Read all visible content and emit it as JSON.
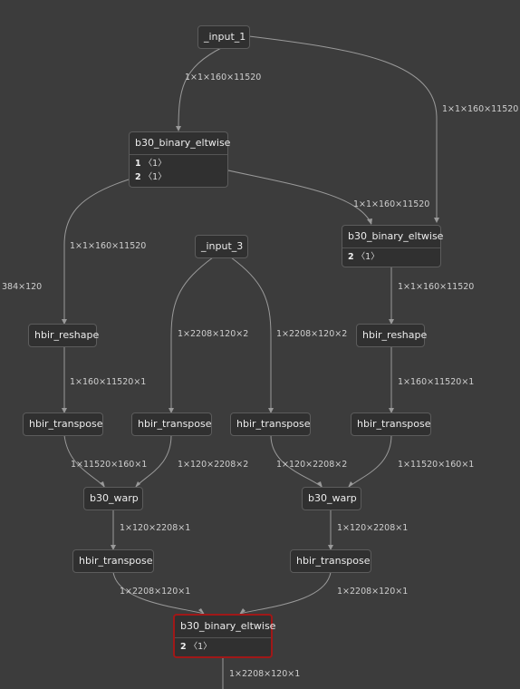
{
  "graph": {
    "nodes": [
      {
        "id": "n_input_1",
        "name": "_input_1",
        "attrs": []
      },
      {
        "id": "n_be1",
        "name": "b30_binary_eltwise",
        "attrs": [
          {
            "k": "1",
            "v": "〈1〉"
          },
          {
            "k": "2",
            "v": "〈1〉"
          }
        ]
      },
      {
        "id": "n_be2",
        "name": "b30_binary_eltwise",
        "attrs": [
          {
            "k": "2",
            "v": "〈1〉"
          }
        ]
      },
      {
        "id": "n_input_3",
        "name": "_input_3",
        "attrs": []
      },
      {
        "id": "n_reshape_l",
        "name": "hbir_reshape",
        "attrs": []
      },
      {
        "id": "n_reshape_r",
        "name": "hbir_reshape",
        "attrs": []
      },
      {
        "id": "n_tr1",
        "name": "hbir_transpose",
        "attrs": []
      },
      {
        "id": "n_tr2",
        "name": "hbir_transpose",
        "attrs": []
      },
      {
        "id": "n_tr3",
        "name": "hbir_transpose",
        "attrs": []
      },
      {
        "id": "n_tr4",
        "name": "hbir_transpose",
        "attrs": []
      },
      {
        "id": "n_warp_l",
        "name": "b30_warp",
        "attrs": []
      },
      {
        "id": "n_warp_r",
        "name": "b30_warp",
        "attrs": []
      },
      {
        "id": "n_tr5",
        "name": "hbir_transpose",
        "attrs": []
      },
      {
        "id": "n_tr6",
        "name": "hbir_transpose",
        "attrs": []
      },
      {
        "id": "n_be_final",
        "name": "b30_binary_eltwise",
        "attrs": [
          {
            "k": "2",
            "v": "〈1〉"
          }
        ],
        "selected": true
      }
    ],
    "edge_labels": [
      {
        "id": "e1",
        "text": "1×1×160×11520"
      },
      {
        "id": "e2",
        "text": "1×1×160×11520"
      },
      {
        "id": "e3",
        "text": "1×1×160×11520"
      },
      {
        "id": "e4",
        "text": "1×1×160×11520"
      },
      {
        "id": "e5",
        "text": "384×120"
      },
      {
        "id": "e6",
        "text": "1×2208×120×2"
      },
      {
        "id": "e7",
        "text": "1×2208×120×2"
      },
      {
        "id": "e8",
        "text": "1×1×160×11520"
      },
      {
        "id": "e9",
        "text": "1×160×11520×1"
      },
      {
        "id": "e10",
        "text": "1×160×11520×1"
      },
      {
        "id": "e11",
        "text": "1×11520×160×1"
      },
      {
        "id": "e12",
        "text": "1×120×2208×2"
      },
      {
        "id": "e13",
        "text": "1×120×2208×2"
      },
      {
        "id": "e14",
        "text": "1×11520×160×1"
      },
      {
        "id": "e15",
        "text": "1×120×2208×1"
      },
      {
        "id": "e16",
        "text": "1×120×2208×1"
      },
      {
        "id": "e17",
        "text": "1×2208×120×1"
      },
      {
        "id": "e18",
        "text": "1×2208×120×1"
      },
      {
        "id": "e19",
        "text": "1×2208×120×1"
      }
    ]
  }
}
